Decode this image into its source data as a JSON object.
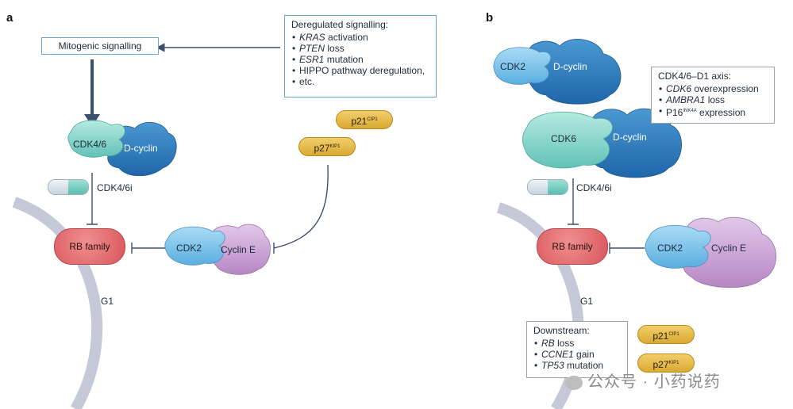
{
  "panel_a": {
    "letter": "a",
    "mitogenic": "Mitogenic signalling",
    "dereg_title": "Deregulated signalling:",
    "dereg_items": [
      {
        "italic": "KRAS",
        "rest": " activation"
      },
      {
        "italic": "PTEN",
        "rest": " loss"
      },
      {
        "italic": "ESR1",
        "rest": " mutation"
      },
      {
        "italic": "",
        "rest": "HIPPO pathway deregulation,"
      },
      {
        "italic": "",
        "rest": "etc."
      }
    ],
    "cdk46": "CDK4/6",
    "dcyclin": "D-cyclin",
    "inhibitor": "CDK4/6i",
    "rb": "RB family",
    "cdk2": "CDK2",
    "cycline": "Cyclin E",
    "p21": "p21",
    "p21_sup": "CIP1",
    "p27": "p27",
    "p27_sup": "KIP1",
    "g1": "G1"
  },
  "panel_b": {
    "letter": "b",
    "cdk2_top": "CDK2",
    "dcyclin_top": "D-cyclin",
    "axis_title": "CDK4/6–D1 axis:",
    "axis_item1_italic": "CDK6",
    "axis_item1_rest": " overexpression",
    "axis_item2_italic": "AMBRA1",
    "axis_item2_rest": " loss",
    "axis_item3_pre": "P16",
    "axis_item3_sup": "INK4A",
    "axis_item3_rest": " expression",
    "cdk6": "CDK6",
    "dcyclin_mid": "D-cyclin",
    "inhibitor": "CDK4/6i",
    "rb": "RB family",
    "cdk2": "CDK2",
    "cycline": "Cyclin E",
    "g1": "G1",
    "down_title": "Downstream:",
    "down_item1_italic": "RB",
    "down_item1_rest": " loss",
    "down_item2_italic": "CCNE1",
    "down_item2_rest": " gain",
    "down_item3_italic": "TP53",
    "down_item3_rest": " mutation",
    "p21": "p21",
    "p21_sup": "CIP1",
    "p27": "p27",
    "p27_sup": "KIP1"
  },
  "watermark": "公众号 · 小药说药",
  "colors": {
    "cdk_blue": "#7ec3ea",
    "dcyclin_blue": "#2f7dbf",
    "cdk46_teal": "#7fd3c8",
    "cycline_purple": "#c9a2d3",
    "rb_red": "#de6165",
    "p_yellow": "#e6bc4a",
    "arc_grey": "#c5c8d6",
    "arrow_navy": "#3d4f6e"
  }
}
